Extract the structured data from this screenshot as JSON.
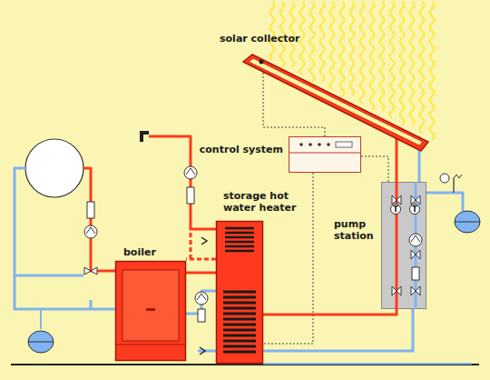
{
  "diagram": {
    "nodes": [
      {
        "text": [
          "solar collector"
        ]
      },
      {
        "text": [
          "control system"
        ]
      },
      {
        "text": [
          "storage hot water heater"
        ]
      },
      {
        "text": [
          "pump station"
        ]
      },
      {
        "text": [
          "boiler"
        ]
      }
    ],
    "edges": [
      {
        "from": 0,
        "to": 3,
        "arrow": "none"
      },
      {
        "from": 3,
        "to": 2,
        "arrow": "none"
      },
      {
        "from": 4,
        "to": 2,
        "arrow": "none"
      },
      {
        "from": 1,
        "to": 0,
        "arrow": "none"
      },
      {
        "from": 1,
        "to": 3,
        "arrow": "none"
      },
      {
        "from": 1,
        "to": 2,
        "arrow": "none"
      }
    ],
    "labels": [
      "T",
      "T"
    ]
  }
}
